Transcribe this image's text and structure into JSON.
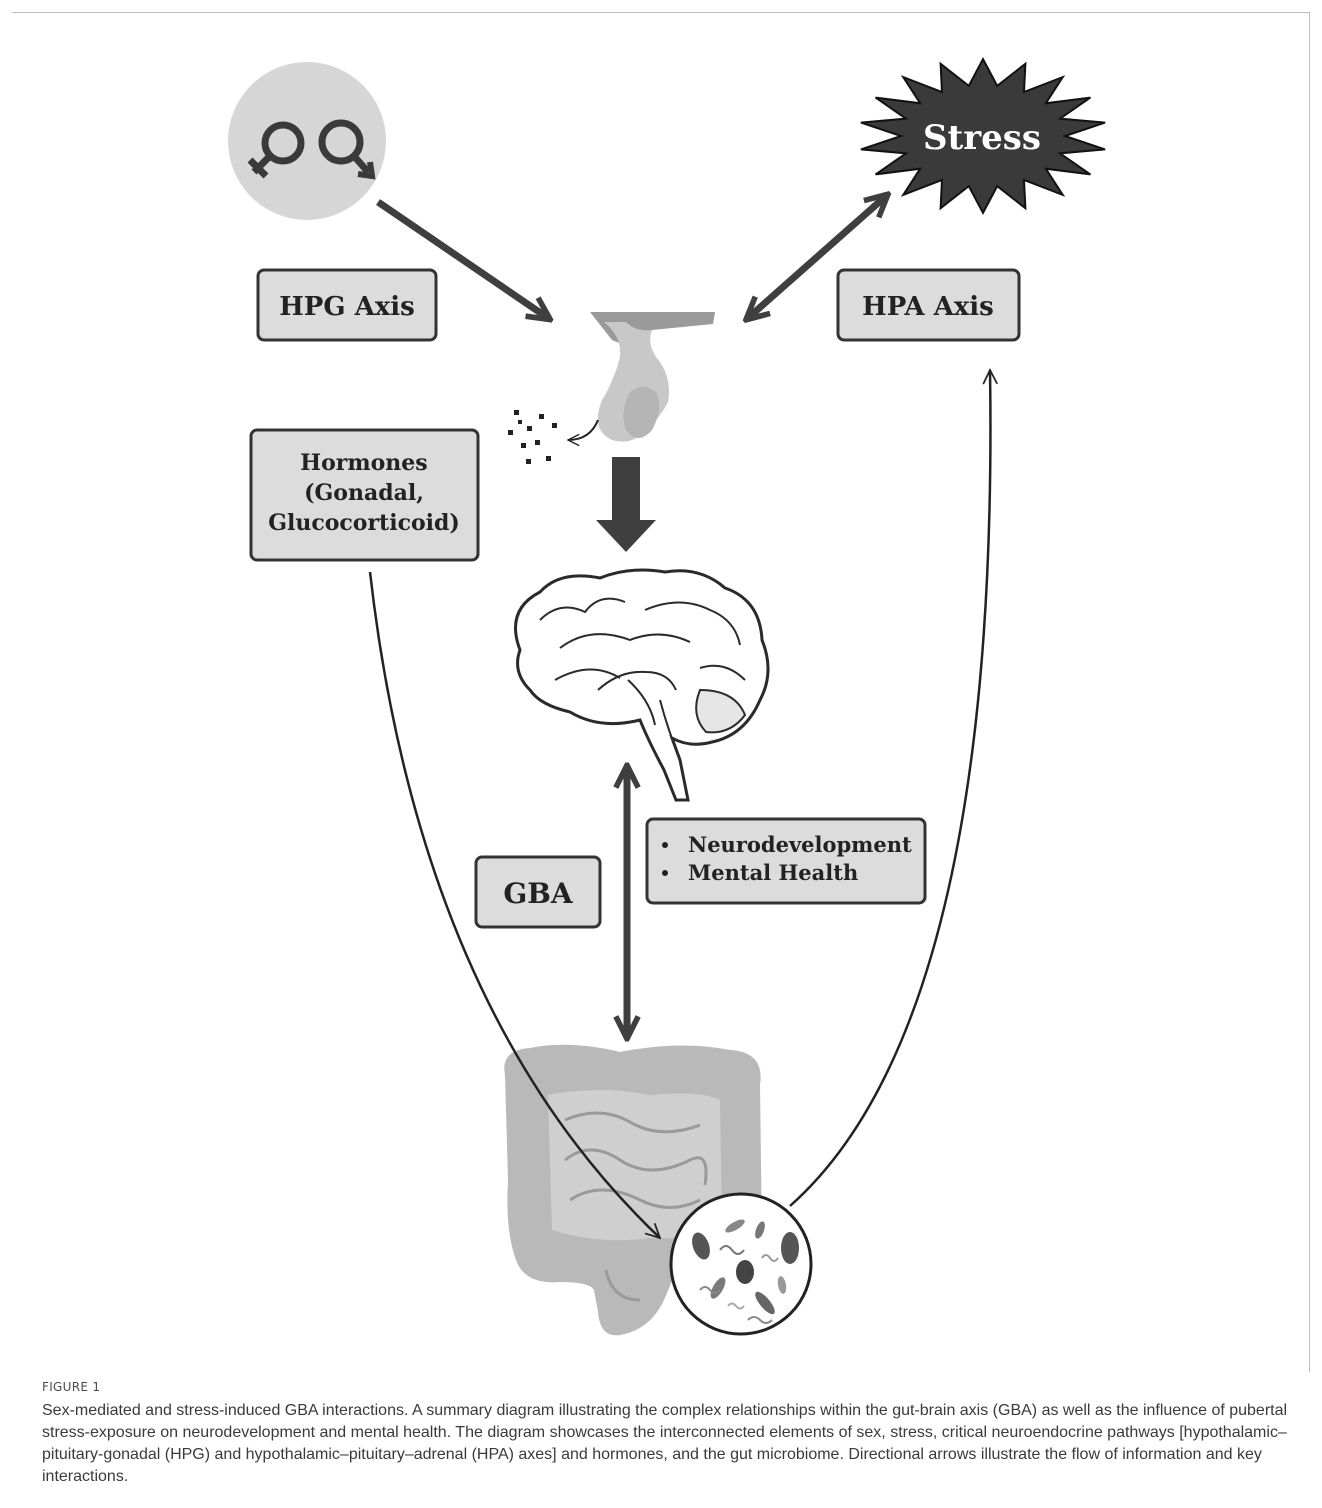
{
  "diagram": {
    "stress_label": "Stress",
    "hpg_axis": "HPG Axis",
    "hpa_axis": "HPA Axis",
    "hormones": [
      "Hormones",
      "(Gonadal,",
      "Glucocorticoid)"
    ],
    "gba": "GBA",
    "outcomes": [
      "Neurodevelopment",
      "Mental Health"
    ],
    "icons": [
      "sex-symbols-icon",
      "stress-burst-icon",
      "pituitary-gland-icon",
      "brain-icon",
      "intestine-icon",
      "microbiome-icon"
    ],
    "colors": {
      "box_fill": "#dcdcdc",
      "arrow": "#3f3f3f",
      "stress_fill": "#3a3a3a"
    }
  },
  "caption": {
    "label": "FIGURE 1",
    "text": "Sex-mediated and stress-induced GBA interactions. A summary diagram illustrating the complex relationships within the gut-brain axis (GBA) as well as the influence of pubertal stress-exposure on neurodevelopment and mental health. The diagram showcases the interconnected elements of sex, stress, critical neuroendocrine pathways [hypothalamic–pituitary-gonadal (HPG) and hypothalamic–pituitary–adrenal (HPA) axes] and hormones, and the gut microbiome. Directional arrows illustrate the flow of information and key interactions."
  }
}
